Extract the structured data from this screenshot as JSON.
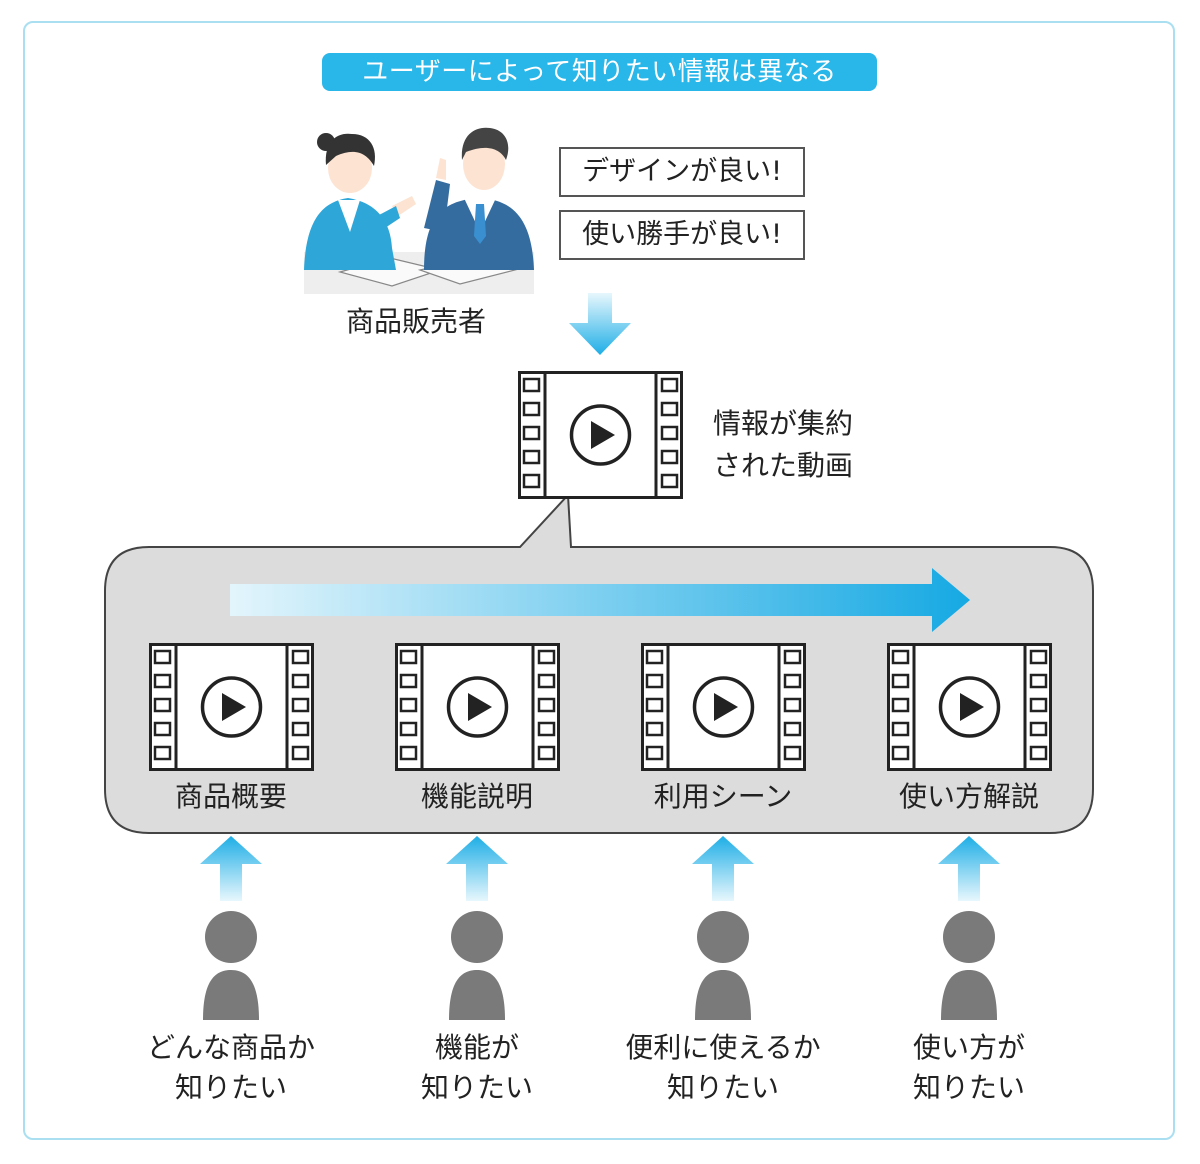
{
  "title": "ユーザーによって知りたい情報は異なる",
  "seller": {
    "label": "商品販売者",
    "bubbles": [
      "デザインが良い!",
      "使い勝手が良い!"
    ]
  },
  "summary_video": {
    "label_line1": "情報が集約",
    "label_line2": "された動画"
  },
  "segments": [
    {
      "label": "商品概要"
    },
    {
      "label": "機能説明"
    },
    {
      "label": "利用シーン"
    },
    {
      "label": "使い方解説"
    }
  ],
  "users": [
    {
      "line1": "どんな商品か",
      "line2": "知りたい"
    },
    {
      "line1": "機能が",
      "line2": "知りたい"
    },
    {
      "line1": "便利に使えるか",
      "line2": "知りたい"
    },
    {
      "line1": "使い方が",
      "line2": "知りたい"
    }
  ],
  "colors": {
    "accent": "#29b6e8",
    "arrow_light": "#e6f6fc",
    "panel": "#dcdcdc",
    "person": "#7a7a7a"
  }
}
